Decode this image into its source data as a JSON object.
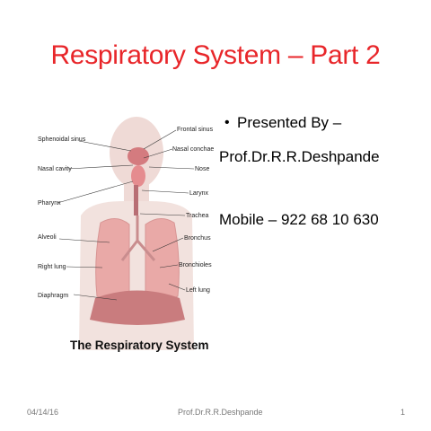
{
  "slide": {
    "title": "Respiratory System – Part 2",
    "diagram": {
      "caption": "The Respiratory System",
      "labels_left": [
        "Sphenoidal sinus",
        "Nasal cavity",
        "Pharynx",
        "Alveoli",
        "Right lung",
        "Diaphragm"
      ],
      "labels_right": [
        "Frontal sinus",
        "Nasal conchae",
        "Nose",
        "Larynx",
        "Trachea",
        "Bronchus",
        "Bronchioles",
        "Left lung"
      ]
    },
    "presenter_line": "Presented By –",
    "presenter_name": "Prof.Dr.R.R.Deshpande",
    "mobile": "Mobile – 922 68 10 630"
  },
  "footer": {
    "date": "04/14/16",
    "author": "Prof.Dr.R.R.Deshpande",
    "page_number": "1"
  },
  "colors": {
    "title": "#e8262a",
    "lung": "#e9a9a7",
    "skin": "#efdad6",
    "diaphragm": "#c97c7e"
  }
}
